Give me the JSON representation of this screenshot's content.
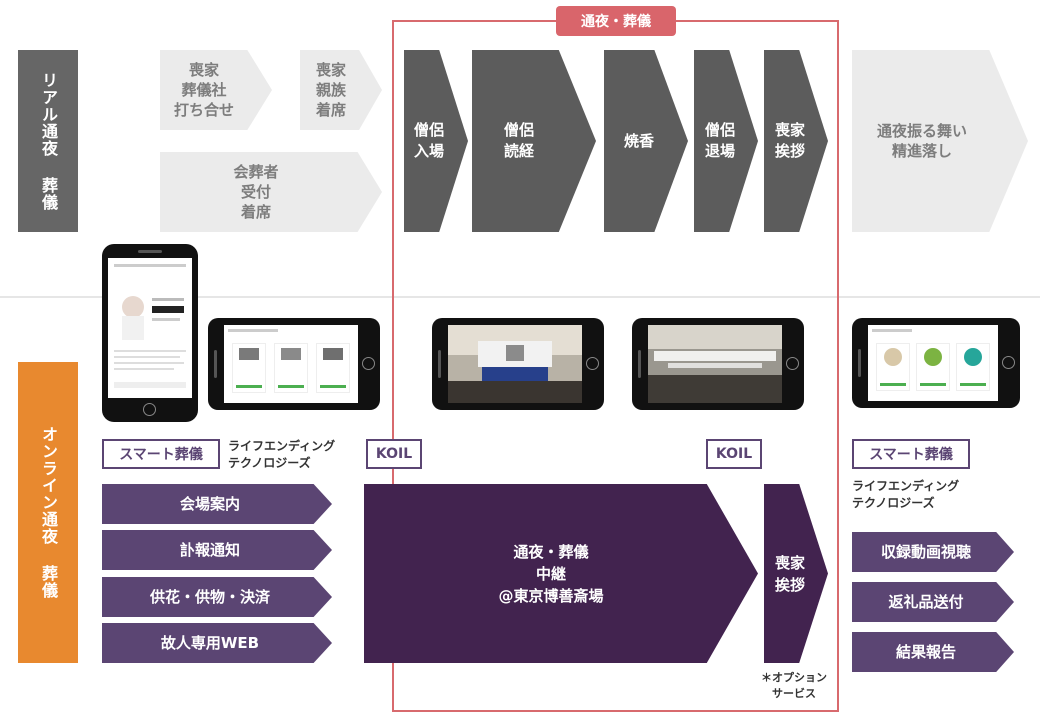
{
  "diagram": {
    "real_label": "リアル通夜\n\n葬儀",
    "online_label": "オンライン通夜\n\n葬儀",
    "frame_tag": "通夜・葬儀",
    "real_steps": {
      "family_meeting": "喪家\n葬儀社\n打ち合せ",
      "family_seated": "喪家\n親族\n着席",
      "attendee_reception": "会葬者\n受付\n着席",
      "priest_entry": "僧侶\n入場",
      "sutra_reading": "僧侶\n読経",
      "incense": "焼香",
      "priest_exit": "僧侶\n退場",
      "family_greeting": "喪家\n挨拶",
      "after_meal": "通夜振る舞い\n精進落し"
    },
    "online": {
      "smart_tag_left": "スマート葬儀",
      "company_left": "ライフエンディング\nテクノロジーズ",
      "koil_left": "KOIL",
      "koil_right": "KOIL",
      "smart_tag_right": "スマート葬儀",
      "company_right": "ライフエンディング\nテクノロジーズ",
      "pre_steps": [
        "会場案内",
        "訃報通知",
        "供花・供物・決済",
        "故人専用WEB"
      ],
      "relay": "通夜・葬儀\n中継\n@東京博善斎場",
      "greeting": "喪家\n挨拶",
      "option_note": "＊オプション\nサービス",
      "post_steps": [
        "収録動画視聴",
        "返礼品送付",
        "結果報告"
      ]
    }
  },
  "colors": {
    "frame": "#d86a6e",
    "frame_tag_bg": "#d9656b",
    "real_label_bg": "#666666",
    "online_label_bg": "#e8892f",
    "gray_light": "#ebebeb",
    "gray_dark": "#5c5c5c",
    "purple": "#5b4573",
    "purple_dark": "#42234f"
  },
  "icons": [
    "smartphone-portrait-icon",
    "smartphone-landscape-icon"
  ]
}
